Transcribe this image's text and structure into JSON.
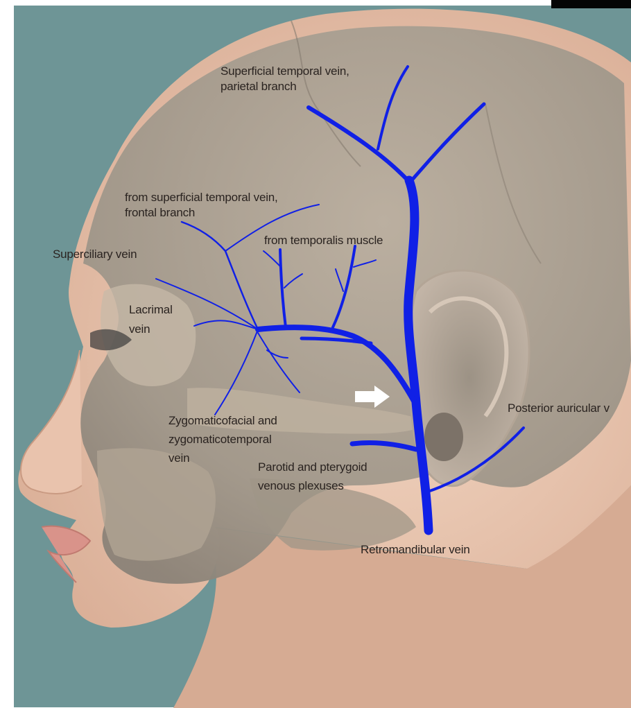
{
  "labels": {
    "superficial_temporal_parietal": [
      "Superficial temporal vein,",
      "parietal branch"
    ],
    "superficial_temporal_frontal": [
      "from superficial temporal vein,",
      "frontal branch"
    ],
    "temporalis": "from temporalis muscle",
    "superciliary": "Superciliary vein",
    "lacrimal": [
      "Lacrimal",
      "vein"
    ],
    "zygomatic": [
      "Zygomaticofacial and",
      "zygomaticotemporal",
      "vein"
    ],
    "parotid": [
      "Parotid and pterygoid",
      "venous plexuses"
    ],
    "posterior_auricular": "Posterior auricular v",
    "retromandibular": "Retromandibular vein"
  },
  "colors": {
    "background": "#6e9596",
    "skin": "#e8c3ad",
    "skull": "#a49a8d",
    "vein": "#1020e6",
    "label_text": "#2a2320"
  }
}
